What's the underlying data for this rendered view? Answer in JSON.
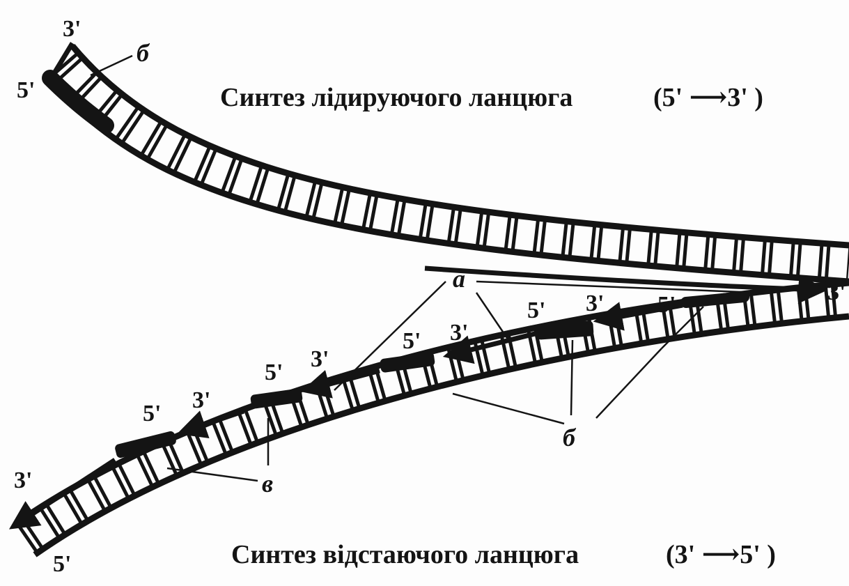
{
  "captions": {
    "leading_strand_title": "Синтез лідируючого ланцюга",
    "leading_direction": "(5' ⟶3' )",
    "lagging_strand_title": "Синтез відстаючого ланцюга",
    "lagging_direction": "(3' ⟶5' )"
  },
  "upper_strand_ends": {
    "top": "3'",
    "left": "5'",
    "right": "3'"
  },
  "lower_strand_ends": {
    "left_top": "3'",
    "left_bottom": "5'"
  },
  "fragments": [
    {
      "five": "5'",
      "three": "3'"
    },
    {
      "five": "5'",
      "three": "3'"
    },
    {
      "five": "5'",
      "three": "3'"
    },
    {
      "five": "5'",
      "three": "3'"
    },
    {
      "five": "5'",
      "three": "3'"
    }
  ],
  "fork_label": "5'",
  "legend_letters": {
    "a": "а",
    "b_top": "б",
    "b_bottom": "б",
    "v": "в"
  }
}
